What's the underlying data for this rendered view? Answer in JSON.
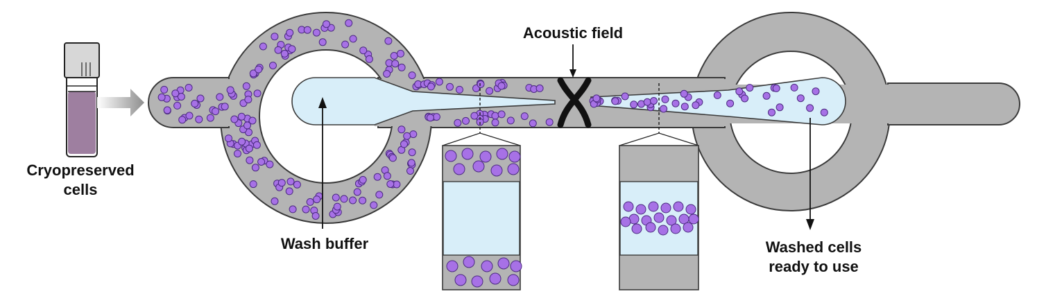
{
  "labels": {
    "acoustic_field": "Acoustic field",
    "cryopreserved": [
      "Cryopreserved",
      "cells"
    ],
    "wash_buffer": "Wash buffer",
    "washed_cells": [
      "Washed cells",
      "ready to use"
    ]
  },
  "colors": {
    "channel_fill": "#b4b4b4",
    "channel_stroke": "#3a3a3a",
    "buffer_fill": "#d8eef9",
    "cell_fill": "#a771e6",
    "cell_stroke": "#4b2a80",
    "vial_liquid": "#9e7fa0",
    "vial_cap": "#d7d7d7",
    "arrow_gray": "#8e8e8e",
    "ink": "#111111"
  },
  "icons": [
    "vial-icon",
    "inlet-arrow-icon",
    "acoustic-node-icon"
  ]
}
